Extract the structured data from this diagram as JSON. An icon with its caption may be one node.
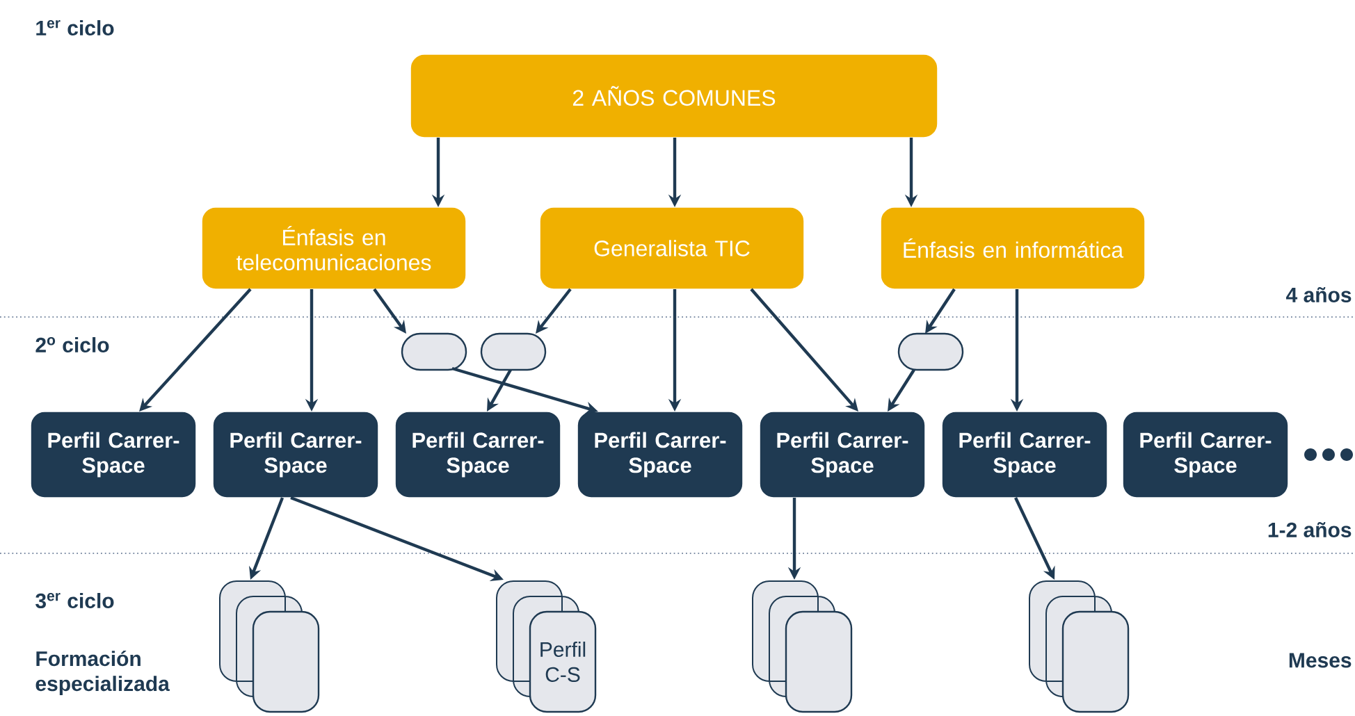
{
  "diagram": {
    "nodes": [
      {
        "text": [
          "2 AÑOS COMUNES"
        ]
      },
      {
        "text": [
          "Énfasis en telecomunicaciones"
        ]
      },
      {
        "text": [
          "Generalista TIC"
        ]
      },
      {
        "text": [
          "Énfasis en informática"
        ]
      },
      {
        "text": [],
        "shape": "capsule"
      },
      {
        "text": [],
        "shape": "capsule"
      },
      {
        "text": [],
        "shape": "capsule"
      },
      {
        "text": [
          "Perfil Carrer-Space"
        ]
      },
      {
        "text": [
          "Perfil Carrer-Space"
        ]
      },
      {
        "text": [
          "Perfil Carrer-Space"
        ]
      },
      {
        "text": [
          "Perfil Carrer-Space"
        ]
      },
      {
        "text": [
          "Perfil Carrer-Space"
        ]
      },
      {
        "text": [
          "Perfil Carrer-Space"
        ]
      },
      {
        "text": [
          "Perfil Carrer-Space"
        ]
      },
      {
        "text": [],
        "shape": "card"
      },
      {
        "text": [
          "Perfil C-S"
        ]
      },
      {
        "text": [],
        "shape": "card"
      },
      {
        "text": [],
        "shape": "card"
      }
    ],
    "edges": [
      {
        "from": 0,
        "to": 1,
        "arrow": "to"
      },
      {
        "from": 0,
        "to": 2,
        "arrow": "to"
      },
      {
        "from": 0,
        "to": 3,
        "arrow": "to"
      },
      {
        "from": 1,
        "to": 7,
        "arrow": "to"
      },
      {
        "from": 1,
        "to": 8,
        "arrow": "to"
      },
      {
        "from": 1,
        "to": 4,
        "arrow": "to"
      },
      {
        "from": 2,
        "to": 5,
        "arrow": "to"
      },
      {
        "from": 2,
        "to": 10,
        "arrow": "to"
      },
      {
        "from": 2,
        "to": 11,
        "arrow": "to"
      },
      {
        "from": 3,
        "to": 6,
        "arrow": "to"
      },
      {
        "from": 3,
        "to": 12,
        "arrow": "to"
      },
      {
        "from": 4,
        "to": 10,
        "arrow": "to"
      },
      {
        "from": 5,
        "to": 9,
        "arrow": "to"
      },
      {
        "from": 6,
        "to": 11,
        "arrow": "to"
      },
      {
        "from": 8,
        "to": 14,
        "arrow": "to"
      },
      {
        "from": 8,
        "to": 15,
        "arrow": "to"
      },
      {
        "from": 11,
        "to": 16,
        "arrow": "to"
      },
      {
        "from": 12,
        "to": 17,
        "arrow": "to"
      }
    ],
    "labels": [
      "1$^{er}$ ciclo",
      "4 años",
      "2$^{o}$ ciclo",
      "1-2 años",
      "3$^{er}$ ciclo",
      "Formación especializada",
      "Meses"
    ]
  }
}
